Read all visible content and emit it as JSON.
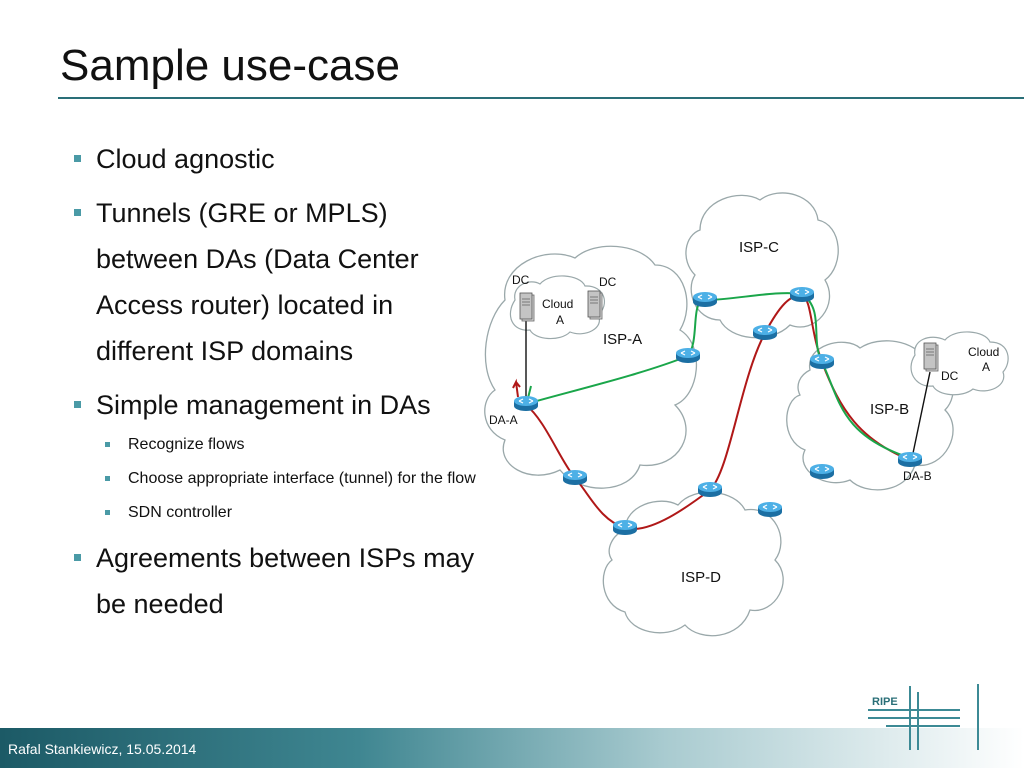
{
  "slide": {
    "title": "Sample use-case",
    "bullets": [
      "Cloud agnostic",
      "Tunnels (GRE or MPLS) between DAs (Data Center Access router) located in different ISP domains",
      "Simple management in DAs",
      "Agreements between ISPs may be needed"
    ],
    "sub_bullets": [
      "Recognize flows",
      "Choose appropriate interface (tunnel) for the flow",
      "SDN controller"
    ],
    "footer": "Rafal Stankiewicz, 15.05.2014",
    "logo_text": "RIPE"
  },
  "diagram": {
    "clouds": [
      "ISP-A",
      "ISP-B",
      "ISP-C",
      "ISP-D"
    ],
    "labels": {
      "dc_left_1": "DC",
      "dc_left_2": "DC",
      "cloud_a_left_line1": "Cloud",
      "cloud_a_left_line2": "A",
      "dc_right": "DC",
      "cloud_a_right_line1": "Cloud",
      "cloud_a_right_line2": "A",
      "da_a": "DA-A",
      "da_b": "DA-B"
    },
    "colors": {
      "accent": "#2a6f78",
      "green_path": "#1aa64a",
      "red_path": "#b01818",
      "router": "#2f8fc8"
    }
  }
}
